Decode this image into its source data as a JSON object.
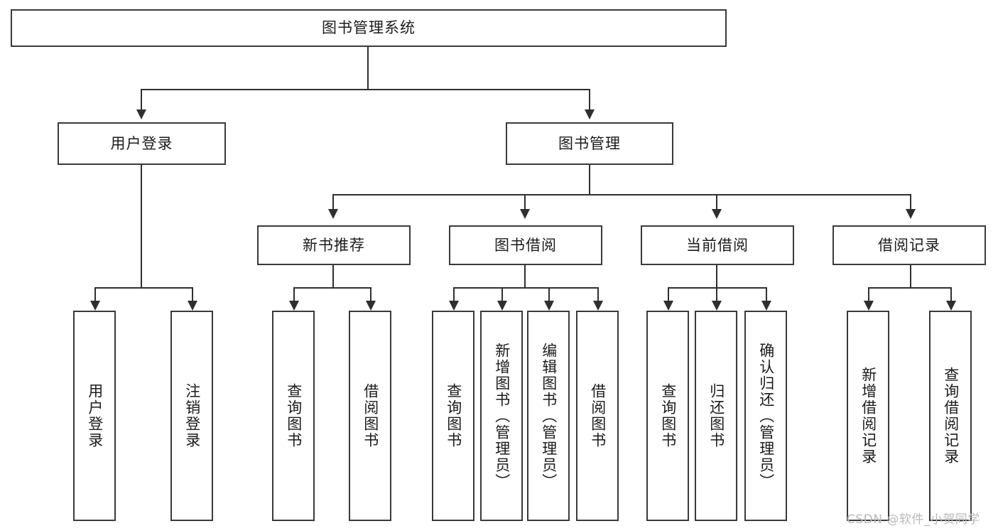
{
  "diagram": {
    "title": "图书管理系统",
    "type": "tree-hierarchy-diagram",
    "root": {
      "label": "图书管理系统"
    },
    "level2": [
      {
        "label": "用户登录"
      },
      {
        "label": "图书管理"
      }
    ],
    "level3": [
      {
        "label": "新书推荐"
      },
      {
        "label": "图书借阅"
      },
      {
        "label": "当前借阅"
      },
      {
        "label": "借阅记录"
      }
    ],
    "leaves": {
      "user_login": [
        {
          "label": "用户登录"
        },
        {
          "label": "注销登录"
        }
      ],
      "new_book_recommend": [
        {
          "label": "查询图书"
        },
        {
          "label": "借阅图书"
        }
      ],
      "book_borrow": [
        {
          "label": "查询图书"
        },
        {
          "label": "新增图书（管理员）"
        },
        {
          "label": "编辑图书（管理员）"
        },
        {
          "label": "借阅图书"
        }
      ],
      "current_borrow": [
        {
          "label": "查询图书"
        },
        {
          "label": "归还图书"
        },
        {
          "label": "确认归还（管理员）"
        }
      ],
      "borrow_record": [
        {
          "label": "新增借阅记录"
        },
        {
          "label": "查询借阅记录"
        }
      ]
    }
  },
  "watermark": {
    "text": "CSDN @软件_小贺同学"
  },
  "colors": {
    "box_border": "#3a3a3a",
    "line": "#2f2f2f",
    "background": "#ffffff",
    "text": "#1b1b1b",
    "watermark": "#b9b9b9"
  }
}
